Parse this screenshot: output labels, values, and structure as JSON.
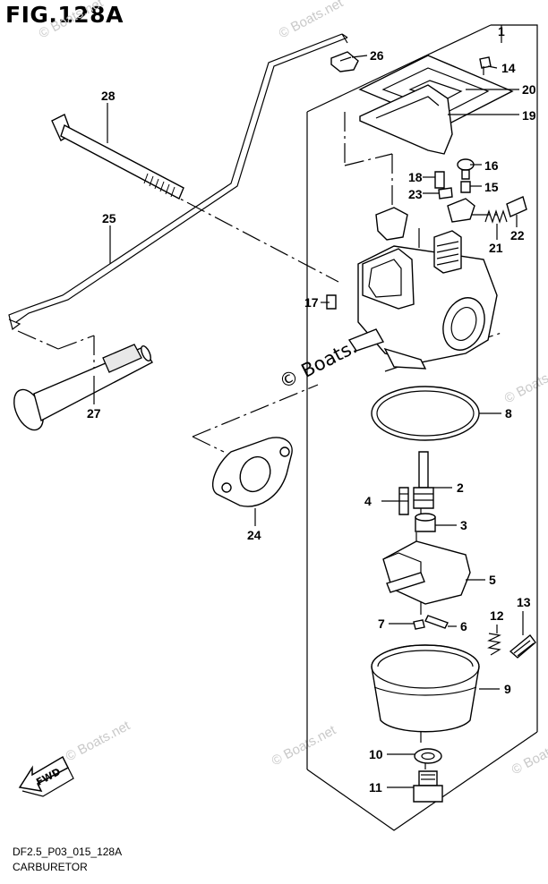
{
  "header": {
    "figure_title": "FIG.128A"
  },
  "footer": {
    "drawing_code": "DF2.5_P03_015_128A",
    "caption": "CARBURETOR"
  },
  "watermark": {
    "main": "© Boats.net",
    "faint": "© Boats.net"
  },
  "fwd_label": "FWD",
  "callouts": [
    "1",
    "2",
    "3",
    "4",
    "5",
    "6",
    "7",
    "8",
    "9",
    "10",
    "11",
    "12",
    "13",
    "14",
    "15",
    "16",
    "17",
    "18",
    "19",
    "20",
    "21",
    "22",
    "23",
    "24",
    "25",
    "26",
    "27",
    "28"
  ],
  "colors": {
    "ink": "#000000",
    "watermark": "#c9c9c9",
    "background": "#ffffff"
  }
}
